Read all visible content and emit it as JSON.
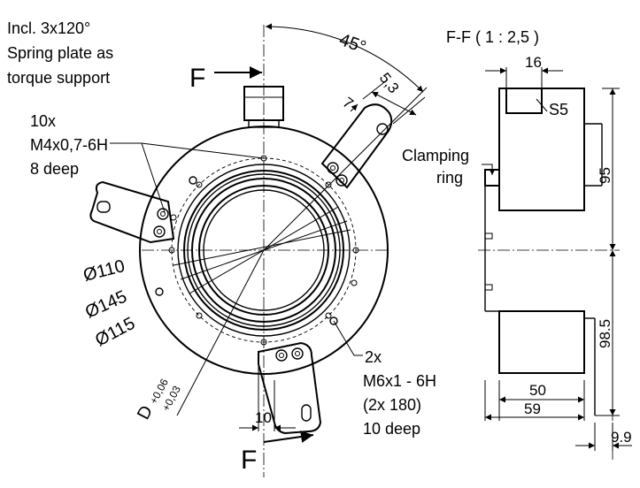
{
  "notes": {
    "spring_plate": [
      "Incl. 3x120°",
      "Spring plate as",
      "torque support"
    ],
    "threads_10x": [
      "10x",
      "M4x0,7-6H",
      "8 deep"
    ],
    "threads_2x": [
      "2x",
      "M6x1 - 6H",
      "(2x 180)",
      "10 deep"
    ]
  },
  "section": {
    "title": "F-F ( 1 : 2,5 )",
    "clamping": [
      "Clamping",
      "ring"
    ],
    "s5": "S5"
  },
  "dimensions": {
    "angle": "45°",
    "d53": "5,3",
    "d7": "7",
    "phi110": "Ø110",
    "phi145": "Ø145",
    "phi115": "Ø115",
    "bore": "D",
    "bore_tol_upper": "+0,06",
    "bore_tol_lower": "+0,03",
    "d10": "10",
    "d16": "16",
    "d95": "95",
    "d98_5": "98.5",
    "d50": "50",
    "d59": "59",
    "d9_9": "9.9"
  },
  "cut_marks": {
    "top": "F",
    "bottom": "F"
  },
  "colors": {
    "line": "#000000",
    "background": "#ffffff"
  }
}
